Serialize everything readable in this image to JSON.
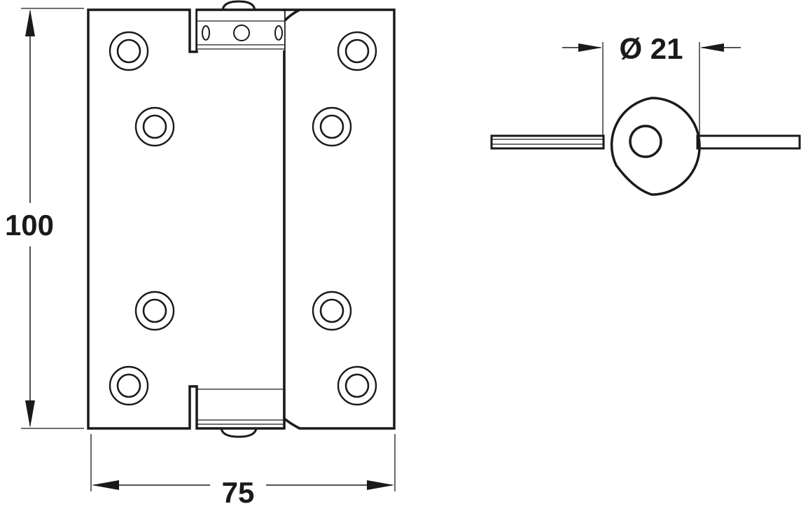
{
  "dimensions": {
    "height_label": "100",
    "width_label": "75",
    "diameter_label": "Ø 21"
  },
  "colors": {
    "line": "#1a1a1a",
    "background": "#ffffff"
  }
}
